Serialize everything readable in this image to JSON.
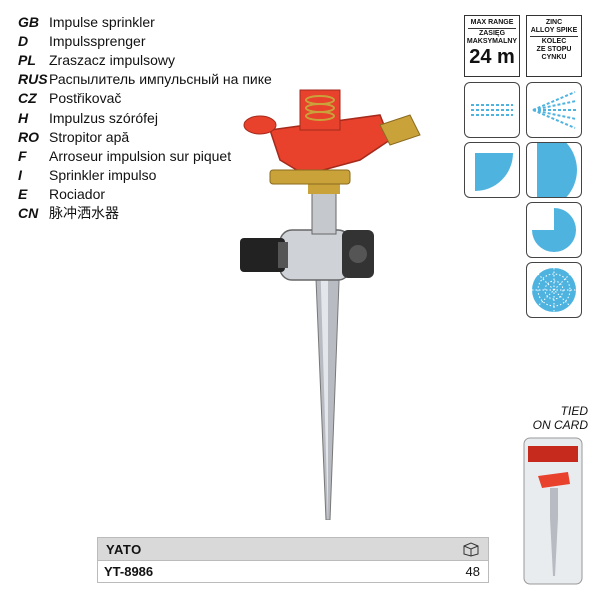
{
  "languages": [
    {
      "code": "GB",
      "name": "Impulse sprinkler"
    },
    {
      "code": "D",
      "name": "Impulssprenger"
    },
    {
      "code": "PL",
      "name": "Zraszacz impulsowy"
    },
    {
      "code": "RUS",
      "name": "Распылитель импульсный на пике"
    },
    {
      "code": "CZ",
      "name": "Postřikovač"
    },
    {
      "code": "H",
      "name": "Impulzus szórófej"
    },
    {
      "code": "RO",
      "name": "Stropitor apă"
    },
    {
      "code": "F",
      "name": "Arroseur impulsion sur piquet"
    },
    {
      "code": "I",
      "name": "Sprinkler impulso"
    },
    {
      "code": "E",
      "name": "Rociador"
    },
    {
      "code": "CN",
      "name": "脉冲洒水器"
    }
  ],
  "specs": {
    "range": {
      "title": "MAX RANGE",
      "subtitle_1": "ZASIĘG",
      "subtitle_2": "MAKSYMALNY",
      "value": "24 m"
    },
    "spike": {
      "title_1": "ZINC",
      "title_2": "ALLOY SPIKE",
      "subtitle_1": "KOLEC",
      "subtitle_2": "ZE STOPU",
      "subtitle_3": "CYNKU"
    }
  },
  "spray_patterns": [
    "row-pattern-icon",
    "fan-pattern-icon",
    "quarter-circle-icon",
    "half-circle-icon",
    "three-quarter-circle-icon",
    "full-circle-icon"
  ],
  "colors": {
    "accent_red": "#e8412c",
    "pattern_blue": "#4fb3e0",
    "brass": "#c9a23a"
  },
  "packaging": {
    "label_1": "TIED",
    "label_2": "ON CARD"
  },
  "info": {
    "brand": "YATO",
    "code": "YT-8986",
    "quantity": "48"
  }
}
